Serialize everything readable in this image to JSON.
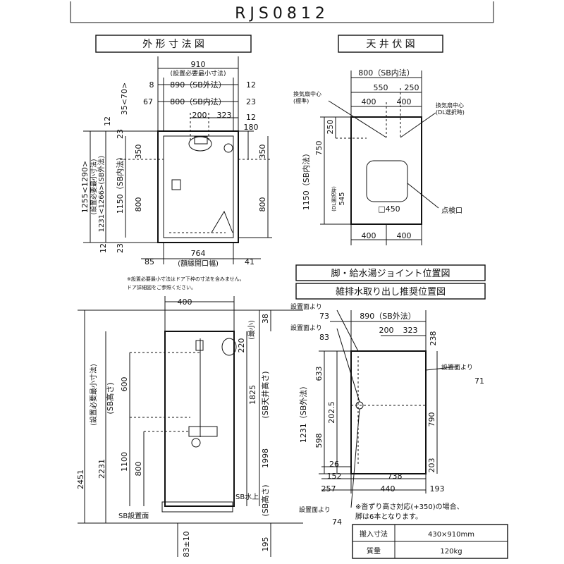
{
  "model": "RJS0812",
  "sections": {
    "outline": "外 形 寸 法 図",
    "ceiling": "天 井 伏 図",
    "joint": "脚・給水湯ジョイント位置図",
    "drain": "雑排水取り出し推奨位置図"
  },
  "outline_dims": {
    "top_910": "910",
    "top_910_note": "(設置必要最小寸法)",
    "row_8": "8",
    "row_890": "890（SB外法）",
    "row_12": "12",
    "row_67": "67",
    "row_800": "800（SB内法）",
    "row_23": "23",
    "d200": "200",
    "d323": "323",
    "right_12": "12",
    "right_180": "180",
    "right_350": "350",
    "right_800": "800",
    "left_35_70": "35<70>",
    "left_12": "12",
    "left_1255": "1255<1290>",
    "left_1255_note": "(設置必要最小寸法)",
    "left_1231": "1231<1266>(SB外法)",
    "left_1150": "1150（SB内法）",
    "left_23": "23",
    "left_350": "350",
    "left_800": "800",
    "left_12b": "12",
    "left_23b": "23",
    "bottom_85": "85",
    "bottom_764": "764",
    "bottom_764_note": "(額縁開口幅)",
    "bottom_41": "41",
    "note1": "※設置必要最小寸法はドア下枠の寸法を含みません。",
    "note2": "ドア詳細図をご参照ください。"
  },
  "ceiling_dims": {
    "top_800": "800（SB内法）",
    "d550": "550",
    "d250": "250",
    "d400a": "400",
    "d400b": "400",
    "fan_std": "換気扇中心",
    "fan_std_sub": "(標準)",
    "fan_dl": "換気扇中心",
    "fan_dl_sub": "(DL選択時)",
    "left_250": "250",
    "left_750": "750",
    "left_1150": "1150（SB内法）",
    "left_545": "(DL選択時)",
    "left_545b": "545",
    "hatch": "□450",
    "hatch_label": "点検口",
    "bottom_400a": "400",
    "bottom_400b": "400"
  },
  "elevation_dims": {
    "top_400": "400",
    "r_38": "38",
    "r_220": "220",
    "r_220_note": "(最小)",
    "r_1825": "1825",
    "r_1825_note": "(SB天井高さ)",
    "r_1998": "1998",
    "r_1998_note": "(SB高さ)",
    "l_2451": "2451",
    "l_2451_note": "(設置必要最小寸法)",
    "l_2231": "2231",
    "l_2231_note": "(SB高さ)",
    "l_600": "600",
    "l_1100": "1100",
    "l_800": "800",
    "sb_water": "SB水上",
    "sb_floor": "SB設置面",
    "b_83": "83±10",
    "b_195": "195"
  },
  "joint_dims": {
    "from_install_a": "設置面より",
    "v73": "73",
    "from_install_b": "設置面より",
    "v83": "83",
    "top_890": "890（SB外法）",
    "d200": "200",
    "d323": "323",
    "r238": "238",
    "from_install_c": "設置面より",
    "v71": "71",
    "l_1231": "1231（SB外法）",
    "l_633": "633",
    "l_202_5": "202.5",
    "l_598": "598",
    "r_790": "790",
    "r_203": "203",
    "b_26": "26",
    "b_152": "152",
    "b_738": "738",
    "b_257": "257",
    "b_440": "440",
    "b_193": "193",
    "from_install_d": "設置面より",
    "v74": "74",
    "note": "※沓ずり高さ対応(+350)の場合、",
    "note2": "脚は6本となります。"
  },
  "spec_table": {
    "rows": [
      {
        "label": "搬入寸法",
        "value": "430×910mm"
      },
      {
        "label": "質量",
        "value": "120kg"
      }
    ]
  }
}
